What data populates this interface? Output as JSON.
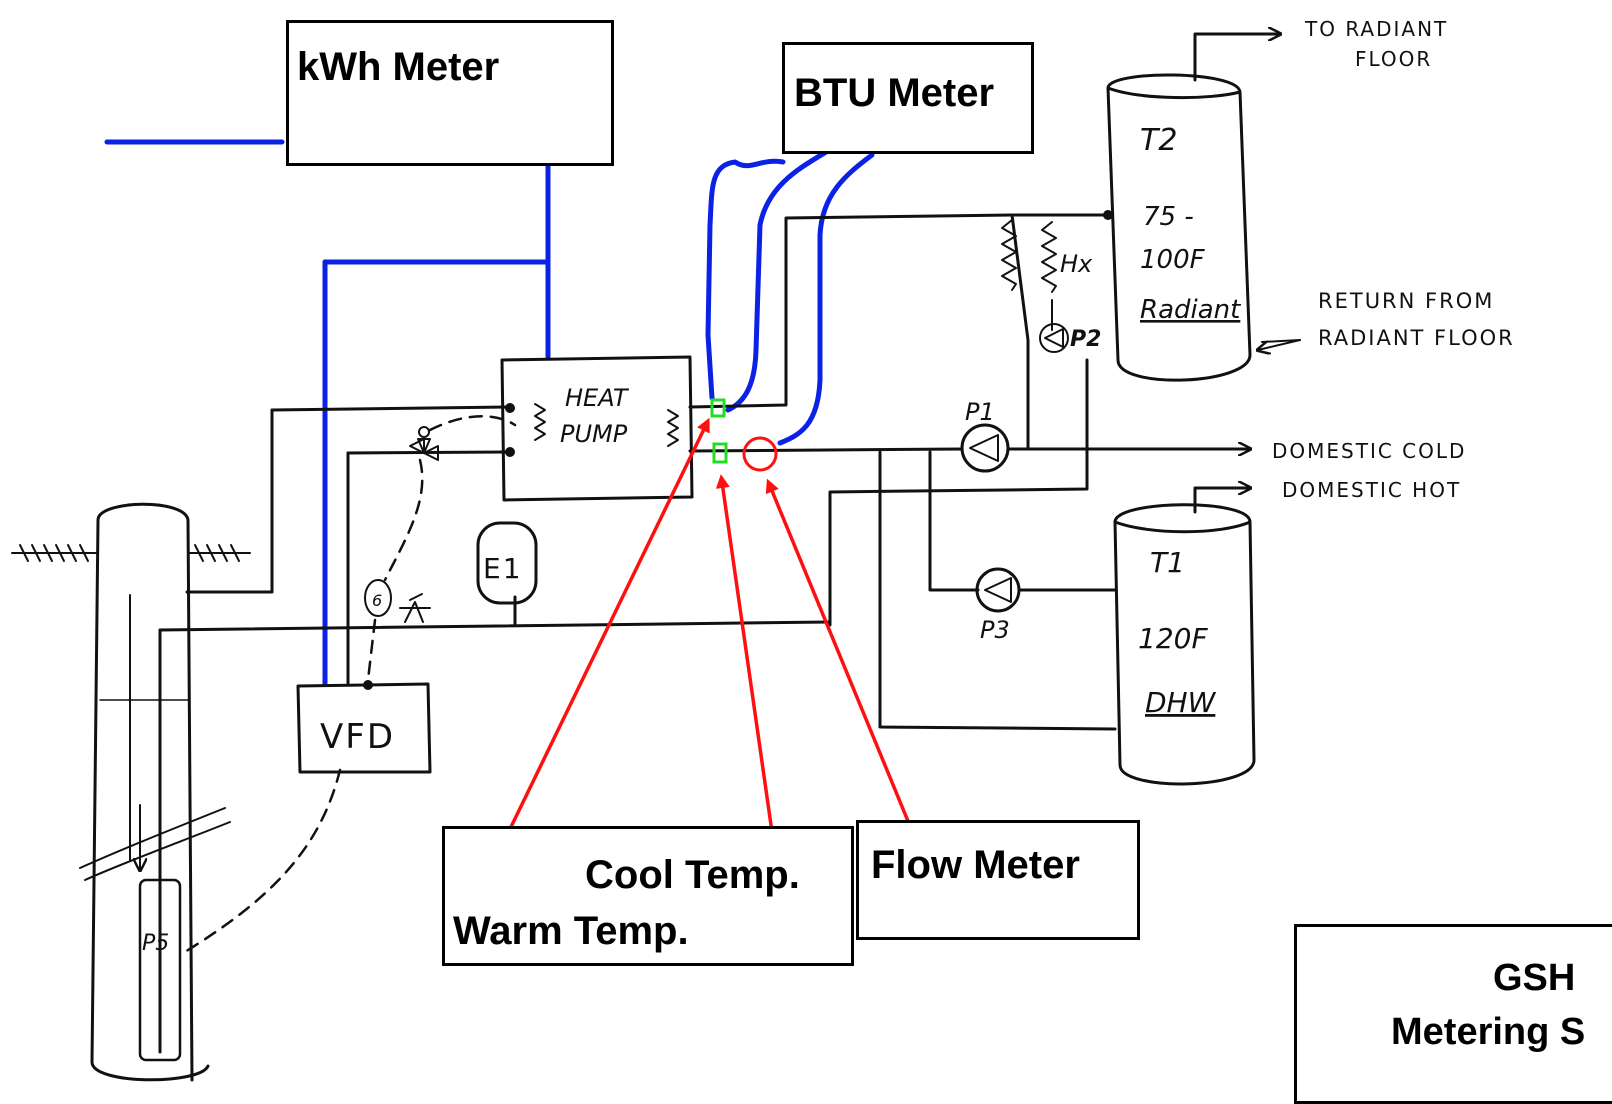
{
  "meters": {
    "kwh": "kWh Meter",
    "btu": "BTU Meter",
    "cool_temp": "Cool Temp.",
    "warm_temp": "Warm Temp.",
    "flow": "Flow Meter"
  },
  "title_block": {
    "line1": "GSH",
    "line2": "Metering S"
  },
  "handwritten": {
    "heat_pump_1": "HEAT",
    "heat_pump_2": "PUMP",
    "vfd": "VFD",
    "e1": "E1",
    "p1": "P1",
    "p2": "P2",
    "p3": "P3",
    "p5": "P5",
    "hx": "Hx",
    "t2": "T2",
    "t2_temp_1": "75 -",
    "t2_temp_2": "100F",
    "t2_use": "Radiant",
    "t1": "T1",
    "t1_temp": "120F",
    "t1_use": "DHW",
    "to_radiant_1": "TO RADIANT",
    "to_radiant_2": "FLOOR",
    "return_1": "RETURN FROM",
    "return_2": "RADIANT FLOOR",
    "domestic_cold": "DOMESTIC COLD",
    "domestic_hot": "DOMESTIC HOT",
    "valve_mark": "6"
  },
  "colors": {
    "electrical": "#0b22e6",
    "annotation": "#ff1010",
    "sensor": "#22dd22",
    "ink": "#111111"
  }
}
